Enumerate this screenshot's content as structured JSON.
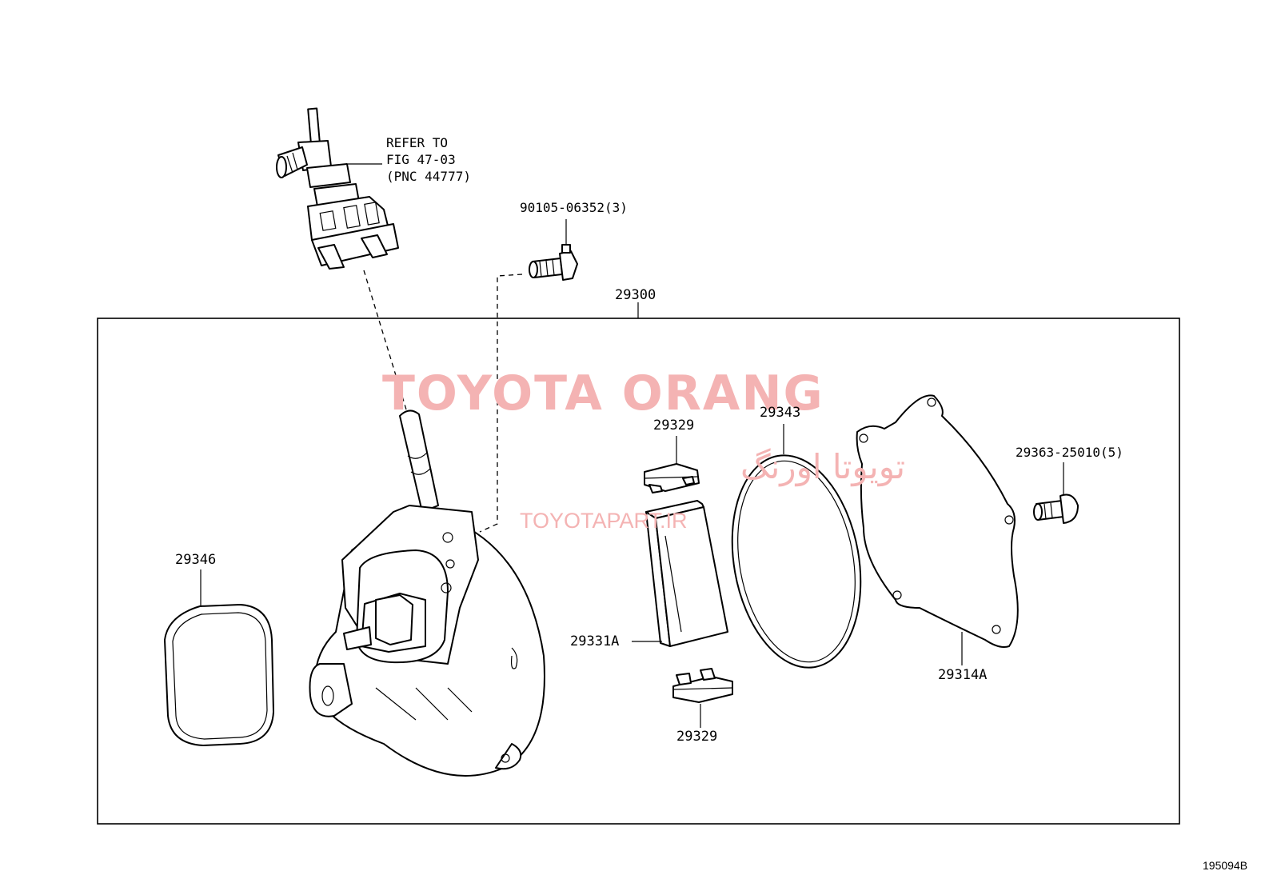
{
  "colors": {
    "line": "#000000",
    "background": "#ffffff",
    "watermark": "#f4b3b3"
  },
  "labels": {
    "refer_line1": "REFER TO",
    "refer_line2": "FIG 47-03",
    "refer_line3": "(PNC 44777)",
    "bolt_top": "90105-06352(3)",
    "assembly": "29300",
    "vane_upper": "29329",
    "vane_lower": "29329",
    "o_ring": "29343",
    "gasket": "29346",
    "rotor": "29331A",
    "cover": "29314A",
    "screw": "29363-25010(5)",
    "illustration_id": "195094B"
  },
  "watermark": {
    "brand": "TOYOTA ORANG",
    "brand_fa": "تویوتا اورنگ",
    "url": "TOYOTAPART.IR"
  }
}
